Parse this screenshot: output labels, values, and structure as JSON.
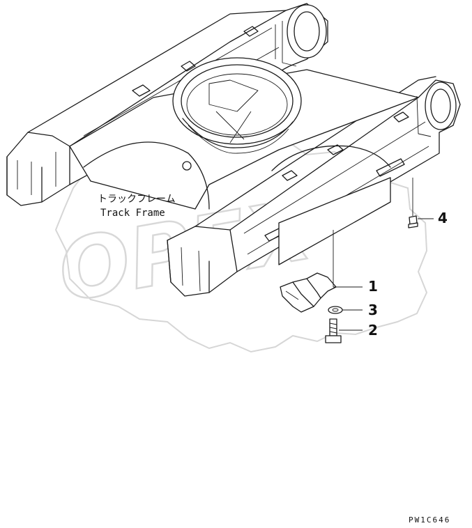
{
  "part_label": {
    "japanese": "トラックフレーム",
    "english": "Track Frame"
  },
  "callouts": [
    {
      "number": "1",
      "part": "guard bracket"
    },
    {
      "number": "2",
      "part": "bolt"
    },
    {
      "number": "3",
      "part": "washer"
    },
    {
      "number": "4",
      "part": "plug"
    }
  ],
  "watermark": "OPEX",
  "drawing_code": "PW1C646",
  "colors": {
    "line": "#1a1a1a",
    "watermark": "#d6d6d6",
    "background": "#ffffff"
  }
}
